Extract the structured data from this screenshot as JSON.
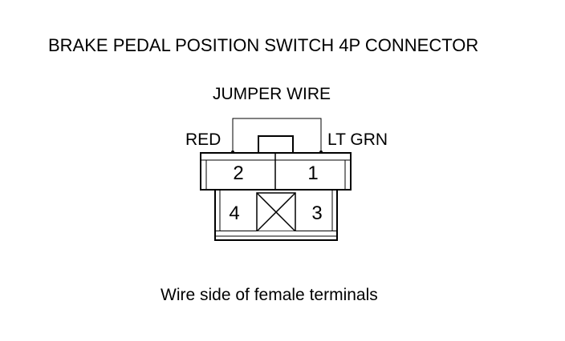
{
  "title": "BRAKE PEDAL POSITION SWITCH 4P CONNECTOR",
  "jumper_label": "JUMPER WIRE",
  "wires": {
    "left_color": "RED",
    "right_color": "LT GRN"
  },
  "terminals": {
    "t2": "2",
    "t1": "1",
    "t4": "4",
    "t3": "3"
  },
  "caption": "Wire side of female terminals",
  "colors": {
    "line": "#000000",
    "background": "#ffffff"
  }
}
